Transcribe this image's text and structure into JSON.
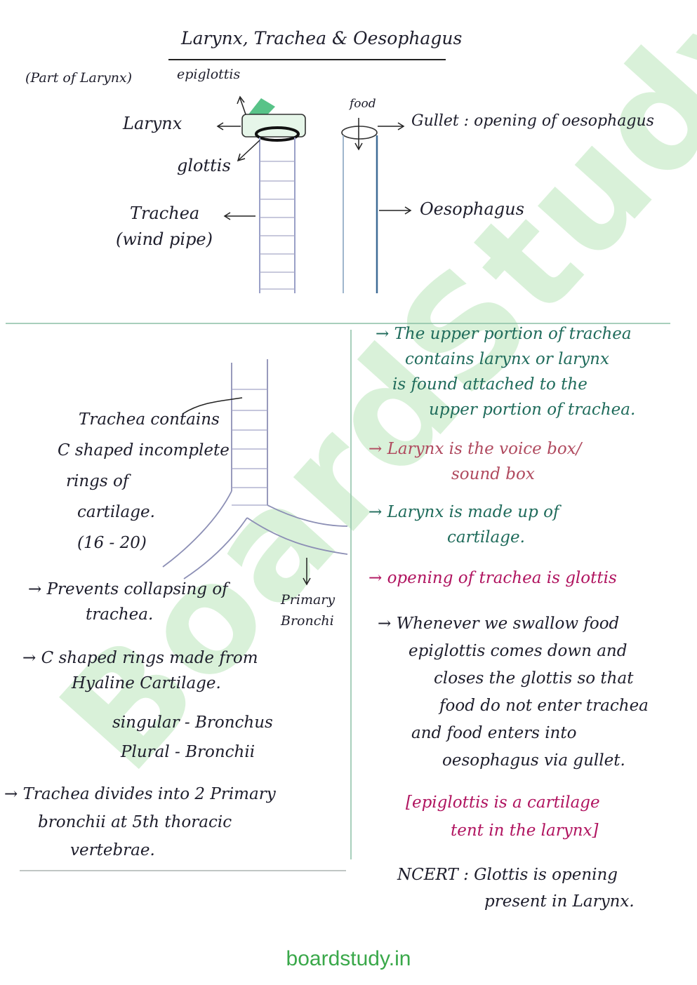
{
  "title": "Larynx, Trachea & Oesophagus",
  "diagram1": {
    "part_of_larynx": "(Part of Larynx)",
    "epiglottis": "epiglottis",
    "larynx": "Larynx",
    "glottis": "glottis",
    "trachea": "Trachea",
    "wind_pipe": "(wind pipe)",
    "food": "food",
    "gullet": "Gullet : opening of oesophagus",
    "oesophagus": "Oesophagus"
  },
  "diagram2": {
    "rings_lines": [
      "Trachea contains",
      "C shaped incomplete",
      "rings of",
      "cartilage.",
      "(16 - 20)"
    ],
    "primary_bronchi": [
      "Primary",
      "Bronchi"
    ]
  },
  "left_notes": {
    "note1": [
      "→ Prevents collapsing of",
      "trachea."
    ],
    "note2": [
      "→ C shaped rings made from",
      "Hyaline Cartilage."
    ],
    "singular": "singular - Bronchus",
    "plural": "Plural - Bronchii",
    "note3": [
      "→ Trachea divides into 2 Primary",
      "bronchii at 5th thoracic",
      "vertebrae."
    ]
  },
  "right_notes": {
    "n1": [
      "→ The upper portion of trachea",
      "contains larynx or larynx",
      "is found attached to the",
      "upper portion of trachea."
    ],
    "n2": [
      "→ Larynx is the voice box/",
      "sound box"
    ],
    "n3": [
      "→ Larynx is made up of",
      "cartilage."
    ],
    "n4": "→ opening of trachea is glottis",
    "n5": [
      "→ Whenever we swallow food",
      "epiglottis comes down and",
      "closes the glottis so that",
      "food do not enter trachea",
      "and food enters into",
      "oesophagus via gullet."
    ],
    "n6": [
      "[epiglottis is a cartilage",
      "tent in the larynx]"
    ],
    "ncert": [
      "NCERT : Glottis is opening",
      "present in Larynx."
    ]
  },
  "watermark": "BoardStudy",
  "footer": "boardstudy.in",
  "colors": {
    "green_ink": "#1f6b5b",
    "pink_ink": "#b04a5f",
    "magenta_ink": "#b0135f",
    "black_ink": "#1d1d2b",
    "watermark_green": "#78cd78",
    "footer_green": "#3aa84a",
    "epiglottis_green": "#3bb873"
  }
}
